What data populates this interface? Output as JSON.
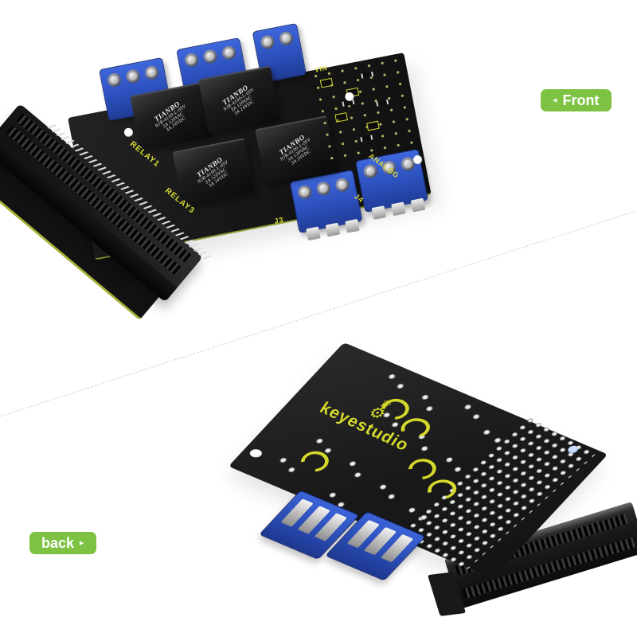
{
  "gallery": {
    "front_label": {
      "arrow": "◂",
      "text": "Front"
    },
    "back_label": {
      "text": "back",
      "arrow": "▸"
    }
  },
  "front_board": {
    "silkscreen": {
      "relay1": "RELAY1",
      "relay3": "RELAY3",
      "j3": "J3",
      "j4": "J4",
      "vin": "VIN",
      "analog": "ANALOG"
    },
    "relay": {
      "brand": "TIANBO",
      "model": "NJR-4100-L-05V",
      "rating_ac": "3A 120VAC",
      "rating_dc": "3A 24VDC",
      "count": 4
    }
  },
  "back_board": {
    "logo_text": "keyestudio",
    "logo_crown": "♛",
    "logo_gear": "⚙"
  },
  "colors": {
    "badge_green": "#7dc242",
    "pcb_black": "#1a1a1a",
    "terminal_blue": "#2e55c4",
    "silkscreen_yellow": "#d9dc35",
    "logo_yellow": "#d6d92c",
    "solder_silver": "#d9d9d9",
    "divider_gray": "#c9c9c9",
    "background": "#ffffff"
  }
}
